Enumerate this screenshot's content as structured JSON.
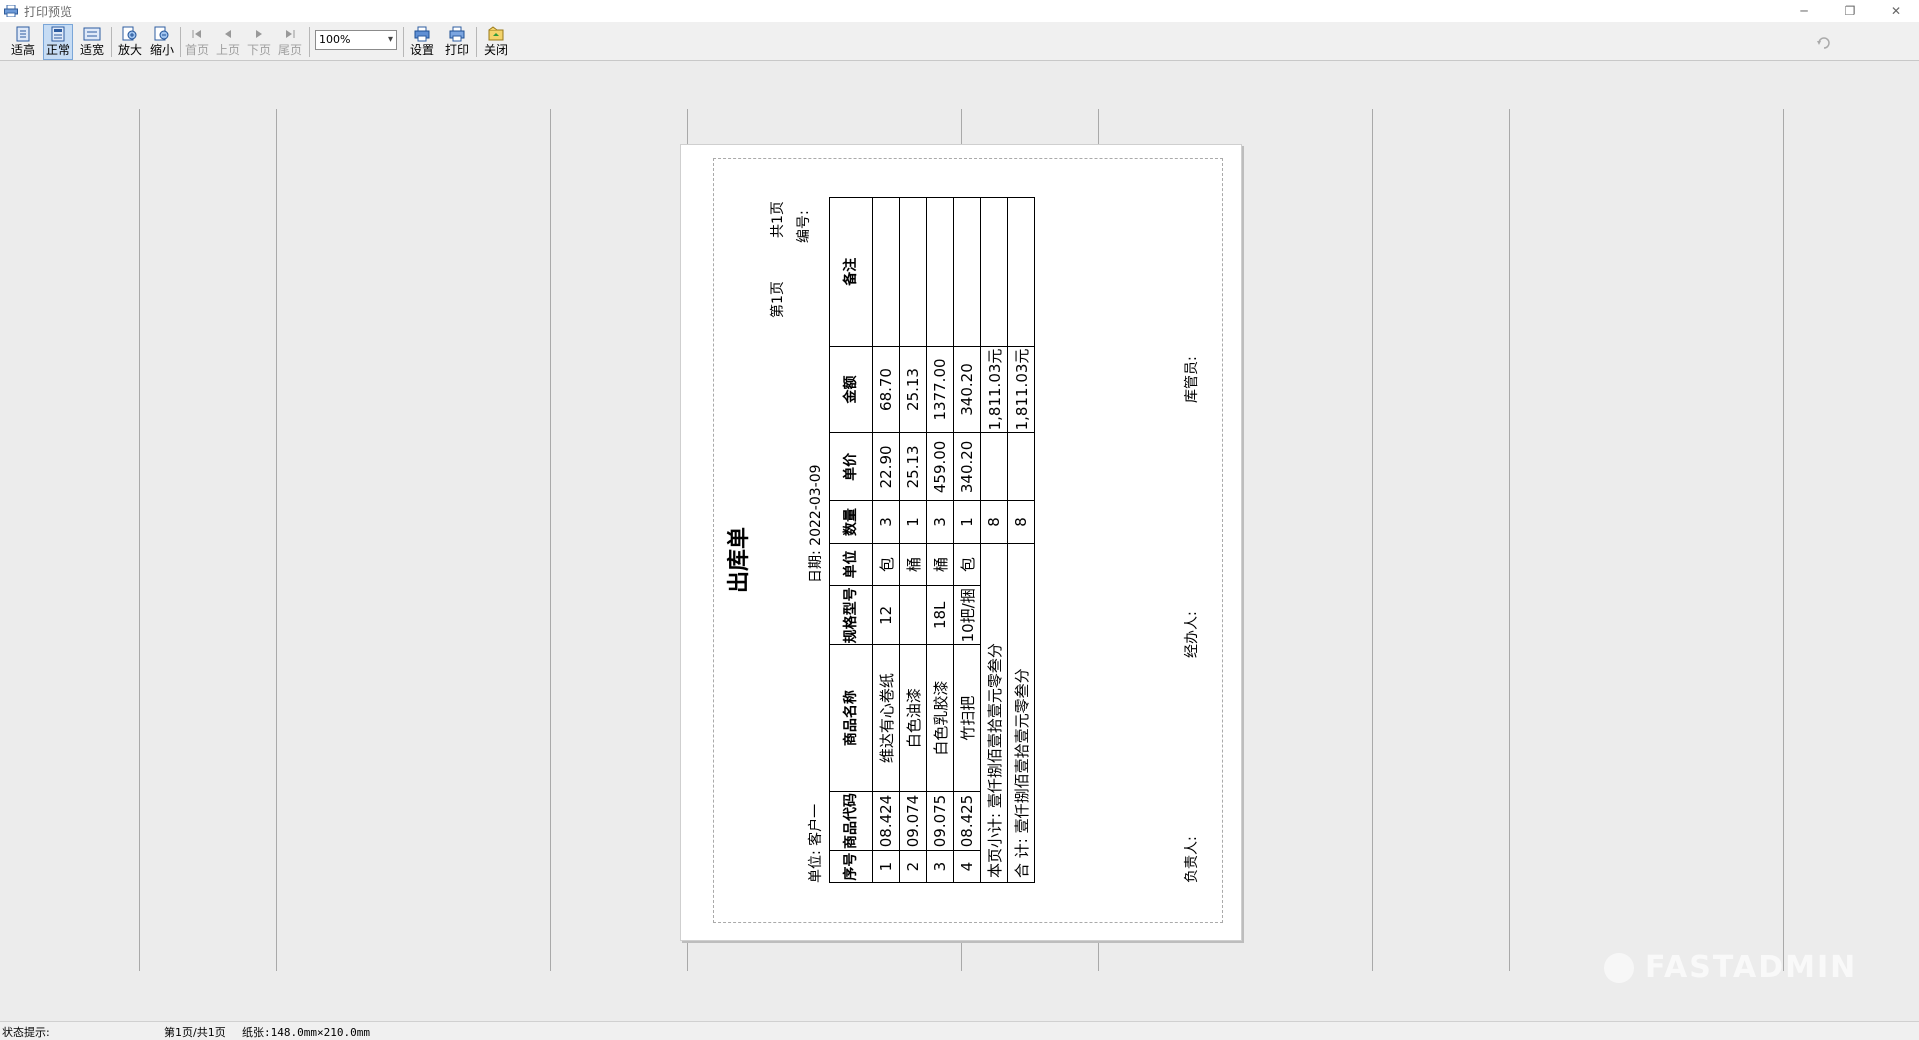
{
  "window": {
    "title": "打印预览",
    "minimize": "─",
    "restore": "❐",
    "close": "✕"
  },
  "toolbar": {
    "buttons": [
      {
        "label": "适高",
        "icon": "fit-height-icon"
      },
      {
        "label": "正常",
        "icon": "normal-view-icon",
        "active": true
      },
      {
        "label": "适宽",
        "icon": "fit-width-icon"
      },
      {
        "label": "放大",
        "icon": "zoom-in-icon"
      },
      {
        "label": "缩小",
        "icon": "zoom-out-icon"
      },
      {
        "label": "首页",
        "icon": "first-page-icon",
        "disabled": true
      },
      {
        "label": "上页",
        "icon": "prev-page-icon",
        "disabled": true
      },
      {
        "label": "下页",
        "icon": "next-page-icon",
        "disabled": true
      },
      {
        "label": "尾页",
        "icon": "last-page-icon",
        "disabled": true
      },
      {
        "label": "设置",
        "icon": "settings-printer-icon"
      },
      {
        "label": "打印",
        "icon": "printer-icon"
      },
      {
        "label": "关闭",
        "icon": "close-folder-icon"
      }
    ],
    "zoom": "100%"
  },
  "document": {
    "title": "出库单",
    "page": "第1页",
    "total_pages": "共1页",
    "number_label": "编号:",
    "unit_label": "单位: 客户一",
    "date_label": "日期: 2022-03-09",
    "headers": [
      "序号",
      "商品代码",
      "商品名称",
      "规格型号",
      "单位",
      "数量",
      "单价",
      "金额",
      "备注"
    ],
    "rows": [
      {
        "seq": "1",
        "code": "08.424",
        "name": "维达有心卷纸",
        "spec": "12",
        "unit": "包",
        "qty": "3",
        "price": "22.90",
        "amount": "68.70",
        "note": ""
      },
      {
        "seq": "2",
        "code": "09.074",
        "name": "白色油漆",
        "spec": "",
        "unit": "桶",
        "qty": "1",
        "price": "25.13",
        "amount": "25.13",
        "note": ""
      },
      {
        "seq": "3",
        "code": "09.075",
        "name": "白色乳胶漆",
        "spec": "18L",
        "unit": "桶",
        "qty": "3",
        "price": "459.00",
        "amount": "1377.00",
        "note": ""
      },
      {
        "seq": "4",
        "code": "08.425",
        "name": "竹扫把",
        "spec": "10把/捆",
        "unit": "包",
        "qty": "1",
        "price": "340.20",
        "amount": "340.20",
        "note": ""
      }
    ],
    "subtotal": {
      "label": "本页小计: 壹仟捌佰壹拾壹元零叁分",
      "qty": "8",
      "amount": "1,811.03元"
    },
    "total": {
      "label": "合 计: 壹仟捌佰壹拾壹元零叁分",
      "qty": "8",
      "amount": "1,811.03元"
    },
    "signatures": {
      "responsible": "负责人:",
      "handler": "经办人:",
      "keeper": "库管员:"
    }
  },
  "status": {
    "hint": "状态提示:",
    "page_info": "第1页/共1页",
    "paper_info": "纸张:148.0mm×210.0mm"
  },
  "watermark": "FASTADMIN",
  "colors": {
    "active_button": "#c6dcf4",
    "background": "#ececec",
    "toolbar": "#f0f0f0"
  }
}
